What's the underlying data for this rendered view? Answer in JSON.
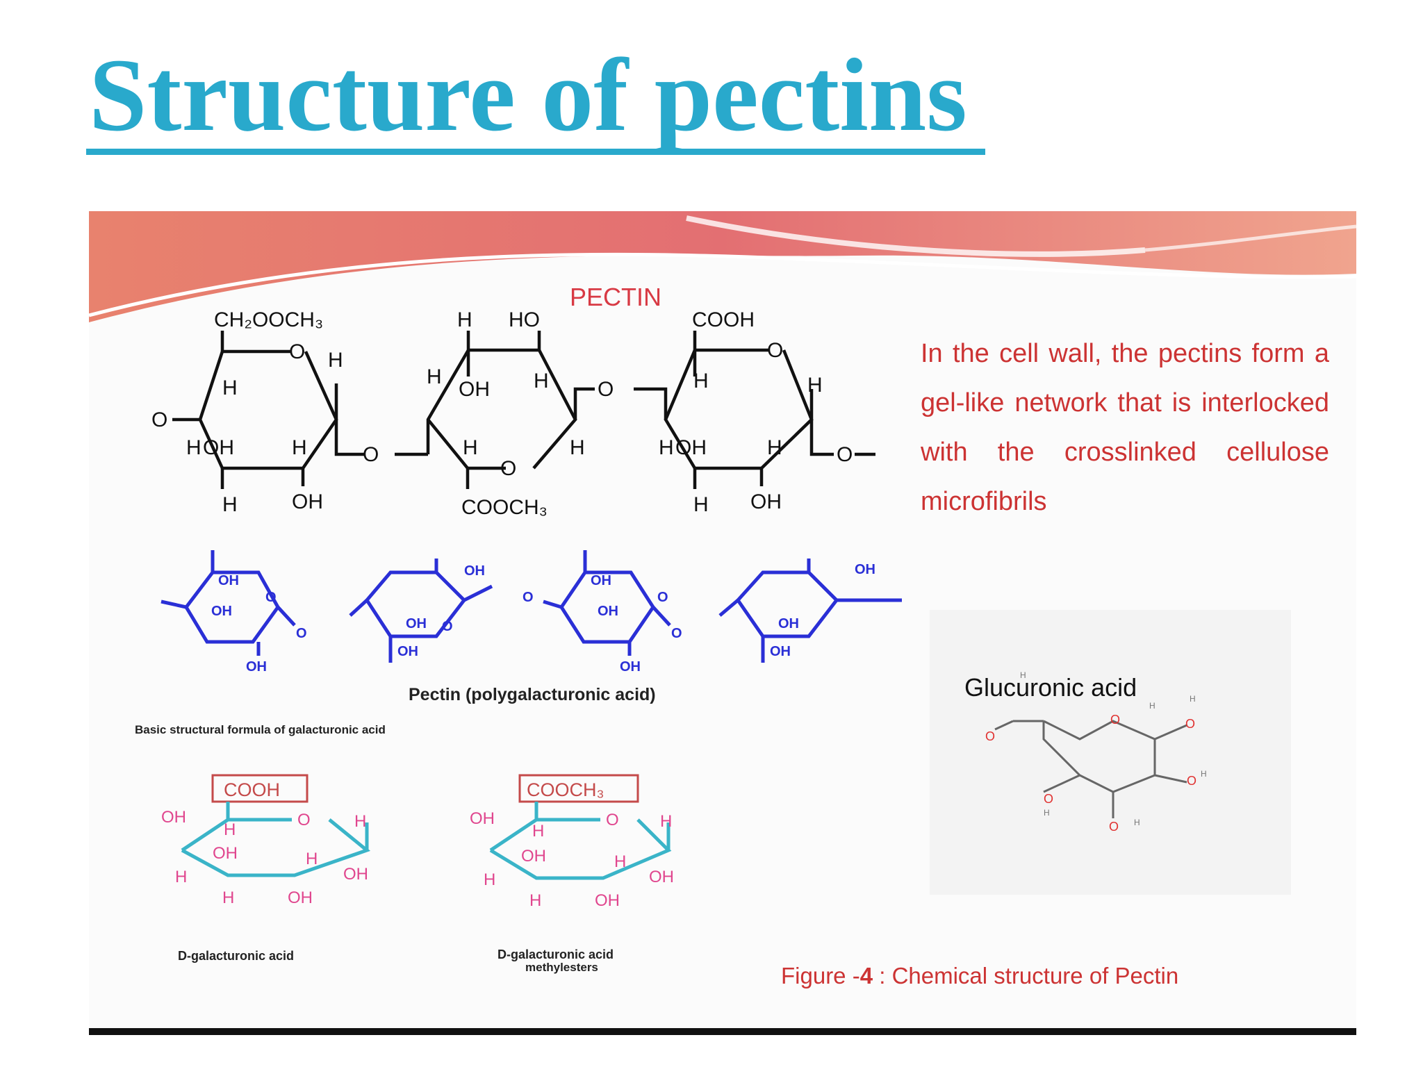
{
  "title": "Structure of pectins",
  "figure": {
    "header_label": "PECTIN",
    "description": "In the cell wall, the pectins form a gel-like network that is interlocked with the crosslinked cellulose microfibrils",
    "colors": {
      "title": "#29a9cc",
      "red_text": "#cc3333",
      "blue_structure": "#2a2fd6",
      "cyan_structure": "#3ab4c8",
      "pink_label": "#e0468e",
      "box_border": "#c44a4a"
    },
    "top_structure": {
      "ring1_top": "CH₂OOCH₃",
      "ring2_top_h": "H",
      "ring2_top_ho": "HO",
      "ring3_top": "COOH",
      "ring2_bottom": "COOCH₃",
      "o": "O",
      "h": "H",
      "oh": "OH"
    },
    "blue_chain": {
      "caption": "Pectin (polygalacturonic acid)",
      "o": "O",
      "oh": "OH"
    },
    "basic_formula_caption": "Basic structural formula of galacturonic acid",
    "galacturonic": {
      "box": "COOH",
      "caption": "D-galacturonic acid"
    },
    "methylester": {
      "box": "COOCH₃",
      "caption_line1": "D-galacturonic acid",
      "caption_line2": "methylesters"
    },
    "glucuronic": {
      "label": "Glucuronic acid",
      "o": "O",
      "h": "H"
    },
    "figure_caption": {
      "prefix": "Figure -",
      "number": "4",
      "rest": " : Chemical structure of Pectin"
    }
  }
}
